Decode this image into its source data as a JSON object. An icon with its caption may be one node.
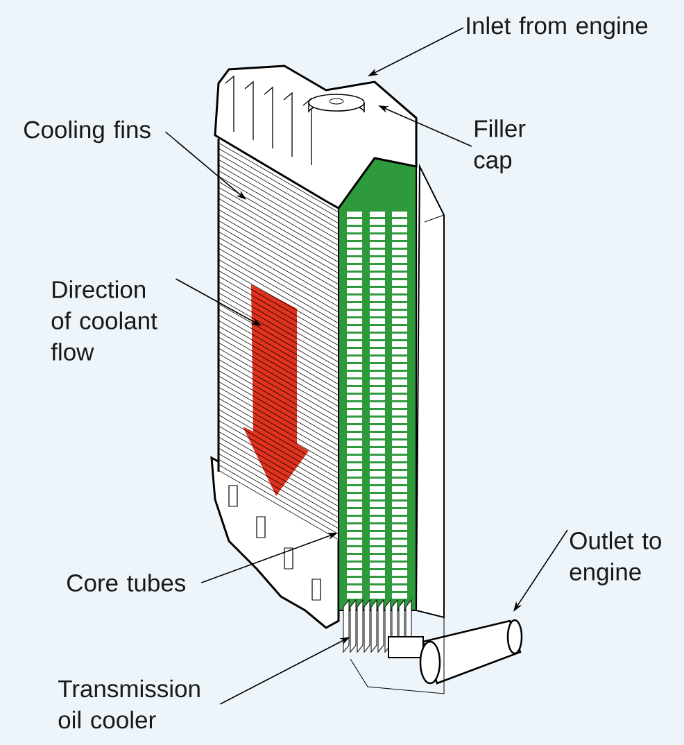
{
  "diagram": {
    "nodes": [
      {
        "text": [
          "Inlet from engine"
        ]
      },
      {
        "text": [
          "Filler cap"
        ]
      },
      {
        "text": [
          "Cooling fins"
        ]
      },
      {
        "text": [
          "Direction of coolant flow"
        ]
      },
      {
        "text": [
          "Core tubes"
        ]
      },
      {
        "text": [
          "Transmission oil cooler"
        ]
      },
      {
        "text": [
          "Outlet to engine"
        ]
      }
    ],
    "edges": [
      {
        "from": 0,
        "to": null,
        "arrow": "to"
      },
      {
        "from": 1,
        "to": null,
        "arrow": "to"
      },
      {
        "from": 2,
        "to": null,
        "arrow": "to"
      },
      {
        "from": 3,
        "to": null,
        "arrow": "to"
      },
      {
        "from": 4,
        "to": null,
        "arrow": "to"
      },
      {
        "from": 5,
        "to": null,
        "arrow": "to"
      },
      {
        "from": 6,
        "to": null,
        "arrow": "to"
      }
    ]
  }
}
